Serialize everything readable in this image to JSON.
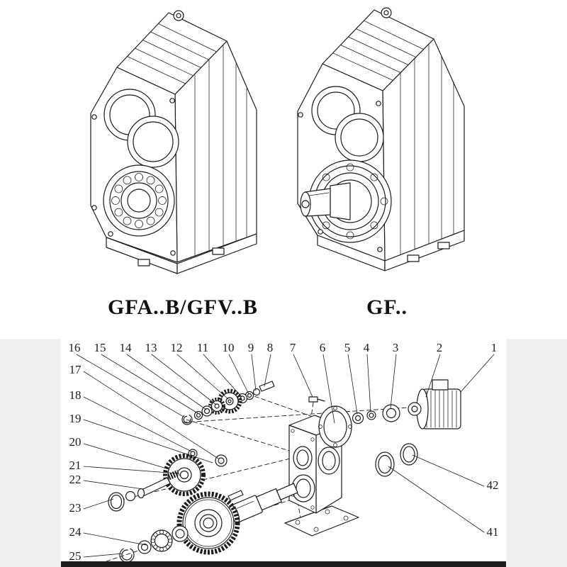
{
  "colors": {
    "ink": "#1c1c1c",
    "paper": "#ffffff",
    "margin_gray": "#f0f0f0"
  },
  "products": [
    {
      "label": "GFA..B/GFV..B"
    },
    {
      "label": "GF.."
    }
  ],
  "exploded": {
    "callouts": {
      "1": "1",
      "2": "2",
      "3": "3",
      "4": "4",
      "5": "5",
      "6": "6",
      "7": "7",
      "8": "8",
      "9": "9",
      "10": "10",
      "11": "11",
      "12": "12",
      "13": "13",
      "14": "14",
      "15": "15",
      "16": "16",
      "17": "17",
      "18": "18",
      "19": "19",
      "20": "20",
      "21": "21",
      "22": "22",
      "23": "23",
      "24": "24",
      "25": "25",
      "41": "41",
      "42": "42"
    }
  }
}
